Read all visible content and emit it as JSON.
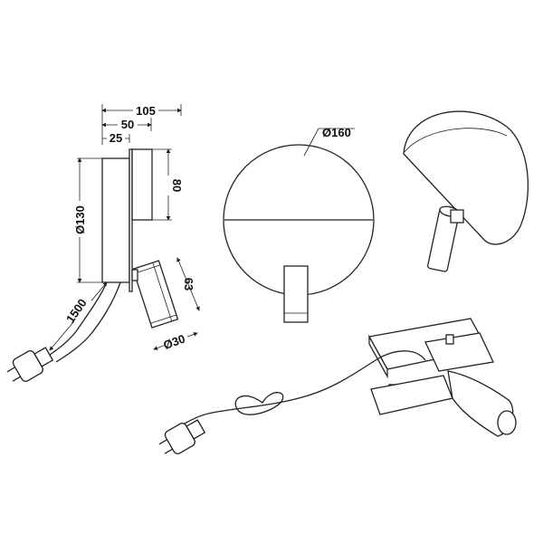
{
  "dimensions": {
    "depth_total": "105",
    "depth_mid": "50",
    "depth_plate": "25",
    "spot_height": "80",
    "base_diameter": "Ø130",
    "spot_length": "63",
    "cable_length": "1500",
    "spot_diameter": "Ø30",
    "front_diameter": "Ø160"
  }
}
